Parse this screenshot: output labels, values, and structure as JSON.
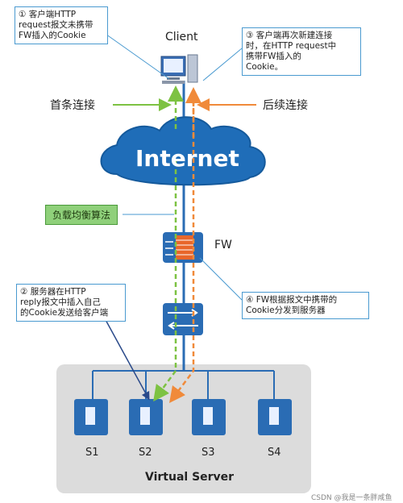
{
  "client_label": "Client",
  "internet_label": "Internet",
  "fw_label": "FW",
  "first_connection": "首条连接",
  "subsequent_connection": "后续连接",
  "load_balance_algorithm": "负载均衡算法",
  "virtual_server_label": "Virtual Server",
  "servers": [
    "S1",
    "S2",
    "S3",
    "S4"
  ],
  "notes": {
    "step1": [
      "① 客户端HTTP",
      "request报文未携带",
      "FW插入的Cookie"
    ],
    "step2": [
      "② 服务器在HTTP",
      "reply报文中插入自己",
      "的Cookie发送给客户端"
    ],
    "step3": [
      "③ 客户端再次新建连接",
      "时，在HTTP request中",
      "携带FW插入的",
      "Cookie。"
    ],
    "step4": [
      "④ FW根据报文中携带的",
      "Cookie分发到服务器"
    ]
  },
  "watermark": "CSDN @我是一条胖咸鱼",
  "colors": {
    "first_path": "#7dc242",
    "subsequent_path": "#f08a3a",
    "trunk": "#2a6cb4",
    "callout_border": "#4a9ad0",
    "internet_cloud": "#1f6db8"
  }
}
